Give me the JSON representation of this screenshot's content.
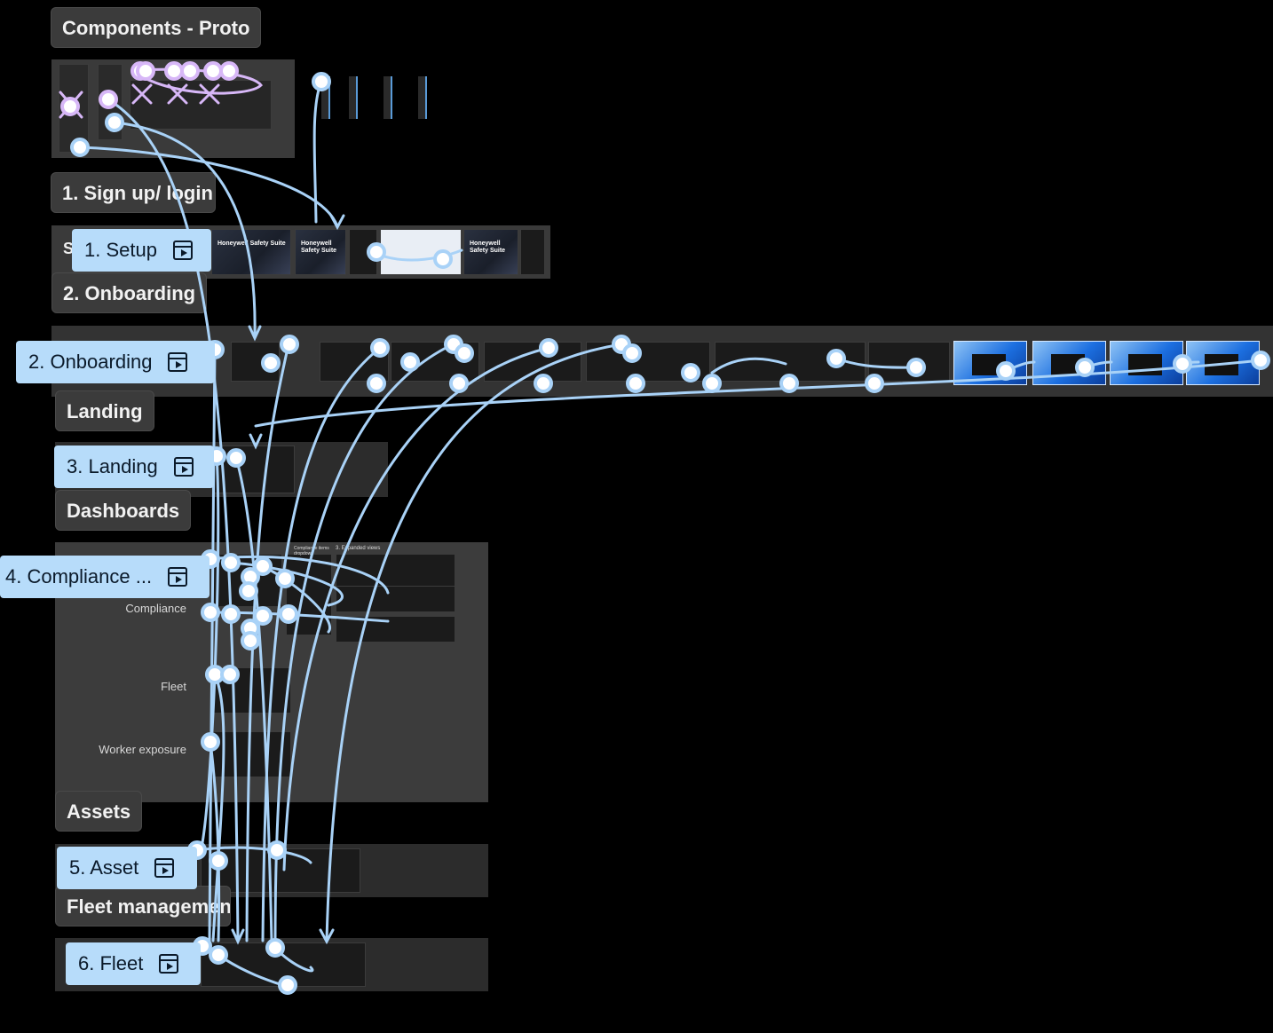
{
  "sections": {
    "components": "Components - Proto",
    "signup": "1. Sign up/ login",
    "onboarding": "2. Onboarding",
    "landing": "Landing",
    "dashboards": "Dashboards",
    "assets": "Assets",
    "fleet_management": "Fleet management"
  },
  "flow_chips": {
    "setup": "1. Setup",
    "onboarding": "2. Onboarding",
    "landing": "3. Landing",
    "compliance": "4. Compliance ...",
    "asset": "5. Asset",
    "fleet": "6. Fleet"
  },
  "signup_panel": {
    "hidden_initial": "S"
  },
  "dashboards_panel": {
    "row_labels": [
      "Compliance",
      "Fleet",
      "Worker exposure"
    ],
    "column_headers": [
      "Compliance items dropdown",
      "3. Expanded views"
    ]
  },
  "brand": {
    "product_name": "Honeywell Safety Suite"
  },
  "icons": {
    "flow_start": "play-frame-icon",
    "connection_node": "connection-dot-icon"
  },
  "colors": {
    "canvas": "#000000",
    "section_panel": "#2c2c2c",
    "section_label": "#3b3b3b",
    "prototype_blue": "#b7dcfa",
    "component_purple": "#d7b7f7"
  }
}
